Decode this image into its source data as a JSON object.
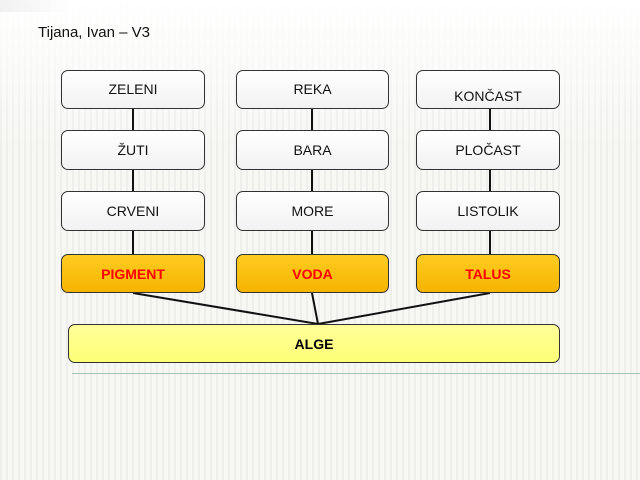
{
  "title": "Tijana, Ivan – V3",
  "columns": [
    {
      "items": [
        "ZELENI",
        "ŽUTI",
        "CRVENI"
      ],
      "category": "PIGMENT"
    },
    {
      "items": [
        "REKA",
        "BARA",
        "MORE"
      ],
      "category": "VODA"
    },
    {
      "items": [
        "KONČAST",
        "PLOČAST",
        "LISTOLIK"
      ],
      "category": "TALUS"
    }
  ],
  "root": "ALGE",
  "colors": {
    "category_box": "#f9c000",
    "category_text_red": "#ff0000",
    "category_text_dark": "#111111",
    "root_box": "#ffff88",
    "root_text": "#000000",
    "item_box": "#ffffff",
    "connector": "#111111"
  }
}
